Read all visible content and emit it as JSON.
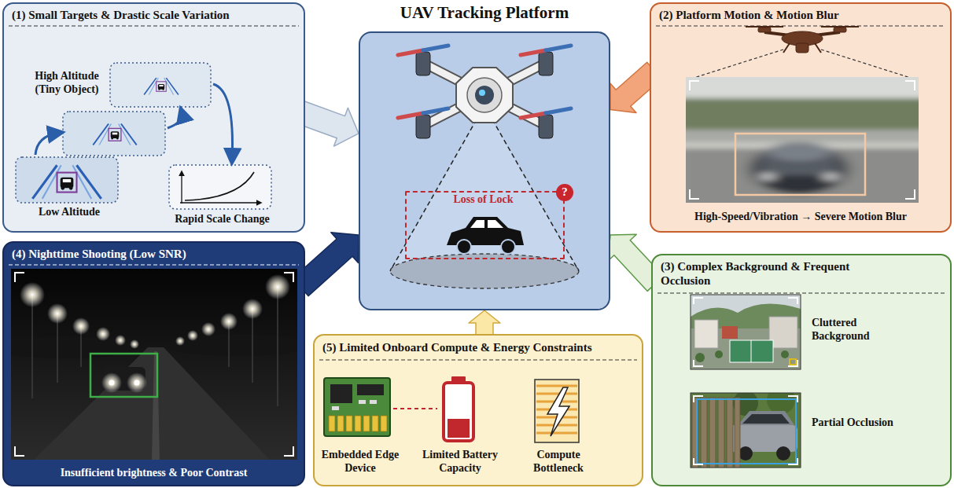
{
  "diagram": {
    "nodes": [
      {
        "text": [
          "(1) Small Targets & Drastic Scale Variation",
          "High Altitude (Tiny Object)",
          "Low Altitude",
          "Rapid Scale Change"
        ]
      },
      {
        "text": [
          "UAV Tracking Platform"
        ]
      },
      {
        "text": [
          "Loss of Lock"
        ],
        "in": 1
      },
      {
        "text": [
          "?"
        ],
        "in": 1
      },
      {
        "text": [
          "(2) Platform Motion & Motion Blur",
          "High-Speed/Vibration → Severe Motion Blur"
        ]
      },
      {
        "text": [
          "(4) Nighttime Shooting (Low SNR)",
          "Insufficient brightness & Poor Contrast"
        ]
      },
      {
        "text": [
          "(5) Limited Onboard Compute & Energy Constraints",
          "Embedded Edge Device",
          "Limited Battery Capacity",
          "Compute Bottleneck"
        ]
      },
      {
        "text": [
          "(3) Complex Background & Frequent Occlusion",
          "Cluttered Background",
          "Partial Occlusion"
        ]
      }
    ],
    "edges": [
      {
        "from": 0,
        "to": 1,
        "arrow": "to"
      },
      {
        "from": 4,
        "to": 1,
        "arrow": "to"
      },
      {
        "from": 5,
        "to": 1,
        "arrow": "to"
      },
      {
        "from": 7,
        "to": 1,
        "arrow": "to"
      },
      {
        "from": 6,
        "to": 1,
        "arrow": "to"
      }
    ]
  }
}
